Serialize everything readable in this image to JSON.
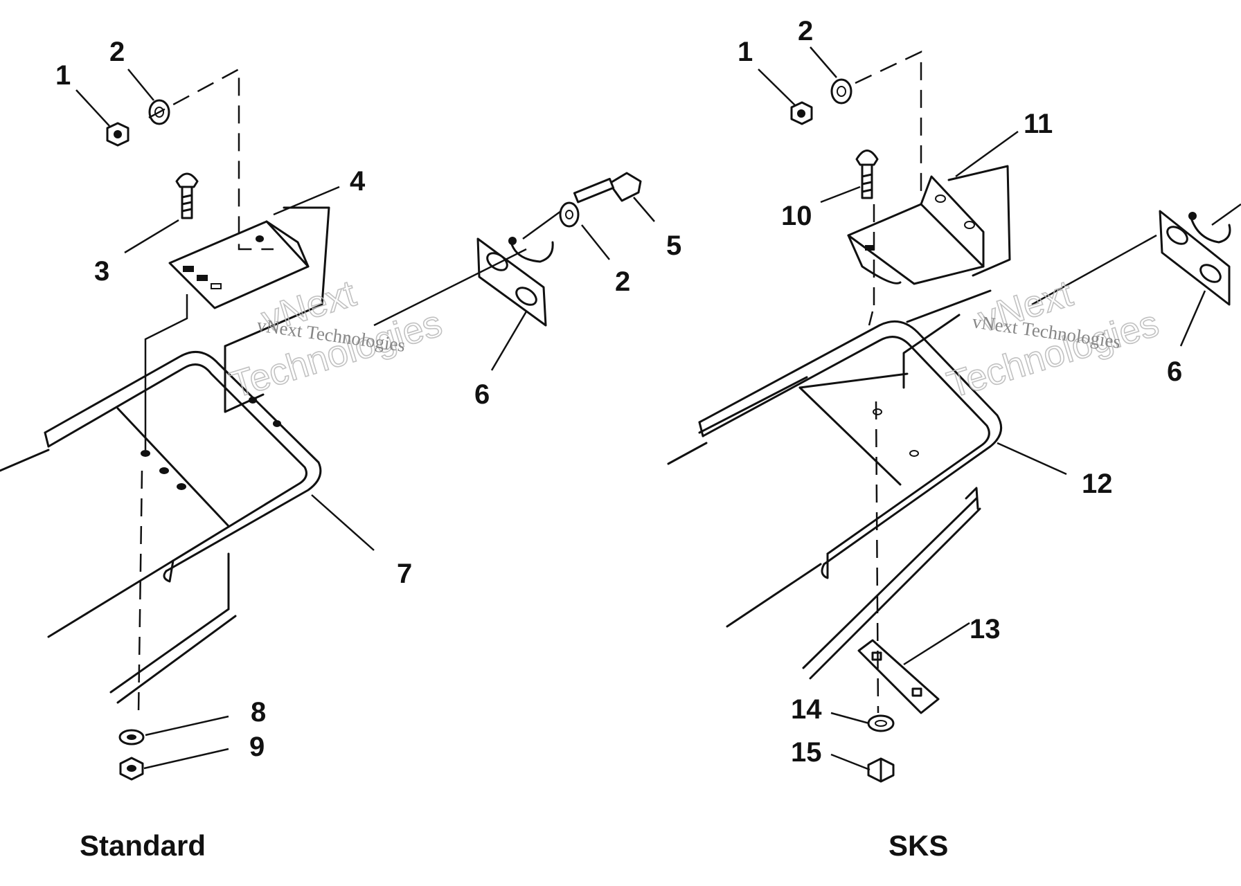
{
  "figure": {
    "views": [
      {
        "id": "standard",
        "label": "Standard"
      },
      {
        "id": "sks",
        "label": "SKS"
      }
    ],
    "callouts": {
      "standard": [
        "1",
        "2",
        "3",
        "4",
        "5",
        "2",
        "6",
        "7",
        "8",
        "9"
      ],
      "sks": [
        "1",
        "2",
        "11",
        "10",
        "6",
        "12",
        "13",
        "14",
        "15"
      ]
    },
    "watermark": {
      "script": "vNext Technologies",
      "outline_top": "vNext",
      "outline_bottom": "Technologies"
    }
  }
}
